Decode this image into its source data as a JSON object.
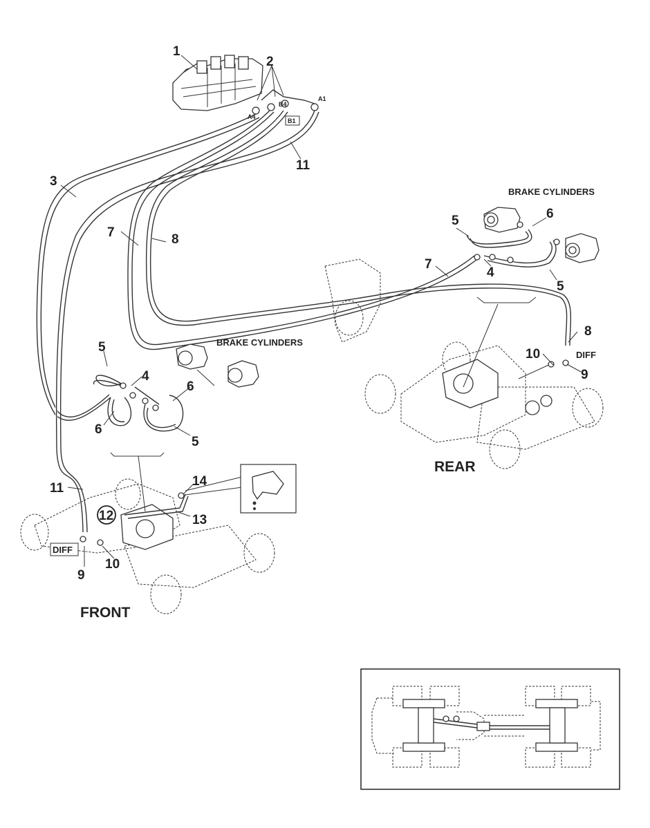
{
  "callouts": {
    "c1": "1",
    "c2": "2",
    "c3": "3",
    "c4a": "4",
    "c4b": "4",
    "c5a": "5",
    "c5b": "5",
    "c5c": "5",
    "c5d": "5",
    "c6a": "6",
    "c6b": "6",
    "c6c": "6",
    "c7a": "7",
    "c7b": "7",
    "c8a": "8",
    "c8b": "8",
    "c9a": "9",
    "c9b": "9",
    "c10a": "10",
    "c10b": "10",
    "c11a": "11",
    "c11b": "11",
    "c12": "12",
    "c13": "13",
    "c14": "14"
  },
  "ports": {
    "a4": "A4",
    "b4": "B4",
    "a1": "A1",
    "b1": "B1"
  },
  "labels": {
    "brake_cylinders_top": "BRAKE CYLINDERS",
    "brake_cylinders_mid": "BRAKE CYLINDERS",
    "diff_rear": "DIFF",
    "diff_front": "DIFF",
    "rear": "REAR",
    "front": "FRONT"
  }
}
